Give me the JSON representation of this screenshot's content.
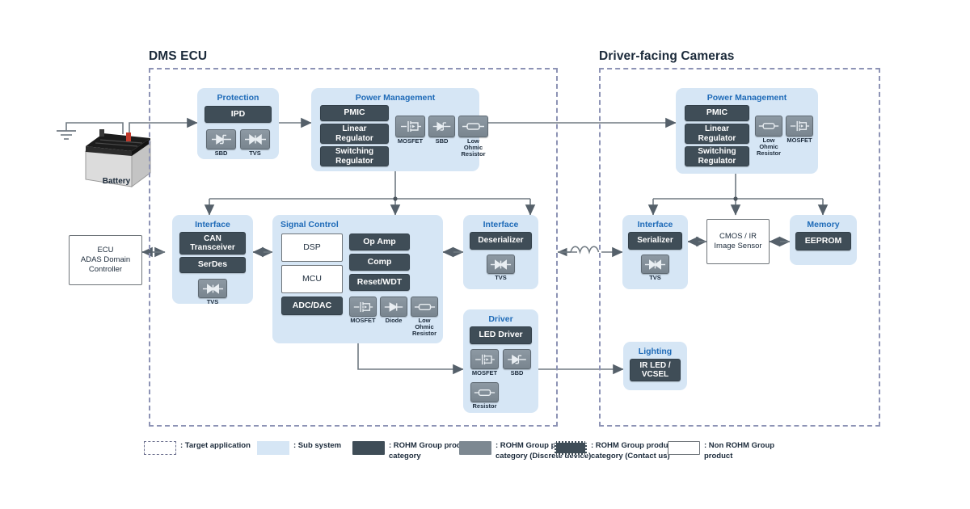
{
  "diagram": {
    "regions": [
      {
        "id": "dms-ecu",
        "title": "DMS ECU"
      },
      {
        "id": "driver-facing-cameras",
        "title": "Driver-facing Cameras"
      }
    ],
    "battery": {
      "label": "Battery"
    },
    "external": {
      "ecu_controller": "ECU\nADAS Domain\nController"
    },
    "sensor": {
      "label": "CMOS / IR\nImage Sensor"
    },
    "subsystems": {
      "protection": {
        "title": "Protection",
        "products": [
          "IPD"
        ],
        "discretes": [
          {
            "label": "SBD",
            "symbol": "sbd-icon"
          },
          {
            "label": "TVS",
            "symbol": "tvs-icon"
          }
        ]
      },
      "power_management_ecu": {
        "title": "Power Management",
        "products": [
          "PMIC",
          "Linear\nRegulator",
          "Switching\nRegulator"
        ],
        "discretes": [
          {
            "label": "MOSFET",
            "symbol": "mosfet-icon"
          },
          {
            "label": "SBD",
            "symbol": "sbd-icon"
          },
          {
            "label": "Low\nOhmic\nResistor",
            "symbol": "resistor-icon"
          }
        ]
      },
      "interface_ecu_left": {
        "title": "Interface",
        "products": [
          "CAN\nTransceiver",
          "SerDes"
        ],
        "discretes": [
          {
            "label": "TVS",
            "symbol": "tvs-icon"
          }
        ]
      },
      "signal_control": {
        "title": "Signal Control",
        "nonrohm": [
          "DSP",
          "MCU"
        ],
        "products_left": [
          "ADC/DAC"
        ],
        "products_right": [
          "Op Amp",
          "Comp",
          "Reset/WDT"
        ],
        "discretes": [
          {
            "label": "MOSFET",
            "symbol": "mosfet-icon"
          },
          {
            "label": "Diode",
            "symbol": "diode-icon"
          },
          {
            "label": "Low\nOhmic\nResistor",
            "symbol": "resistor-icon"
          }
        ]
      },
      "interface_ecu_right": {
        "title": "Interface",
        "products": [
          "Deserializer"
        ],
        "discretes": [
          {
            "label": "TVS",
            "symbol": "tvs-icon"
          }
        ]
      },
      "driver": {
        "title": "Driver",
        "products": [
          "LED Driver"
        ],
        "discretes": [
          {
            "label": "MOSFET",
            "symbol": "mosfet-icon"
          },
          {
            "label": "SBD",
            "symbol": "sbd-icon"
          },
          {
            "label": "Resistor",
            "symbol": "resistor-icon"
          }
        ]
      },
      "power_management_cam": {
        "title": "Power Management",
        "products": [
          "PMIC",
          "Linear\nRegulator",
          "Switching\nRegulator"
        ],
        "discretes": [
          {
            "label": "Low\nOhmic\nResistor",
            "symbol": "resistor-icon"
          },
          {
            "label": "MOSFET",
            "symbol": "mosfet-icon"
          }
        ]
      },
      "interface_cam": {
        "title": "Interface",
        "products": [
          "Serializer"
        ],
        "discretes": [
          {
            "label": "TVS",
            "symbol": "tvs-icon"
          }
        ]
      },
      "memory": {
        "title": "Memory",
        "products": [
          "EEPROM"
        ]
      },
      "lighting": {
        "title": "Lighting",
        "products": [
          "IR LED /\nVCSEL"
        ]
      }
    },
    "legend": [
      {
        "swatch": "target",
        "text": ": Target application"
      },
      {
        "swatch": "sub",
        "text": ": Sub system"
      },
      {
        "swatch": "prodc",
        "text": ": ROHM Group product\n  category"
      },
      {
        "swatch": "discc",
        "text": ": ROHM Group product\n  category (Discrete device)"
      },
      {
        "swatch": "contact",
        "text": ": ROHM Group product\n  category (Contact us)"
      },
      {
        "swatch": "nonr",
        "text": ": Non ROHM Group\n  product"
      }
    ],
    "colors": {
      "subsystem_bg": "#d6e6f5",
      "product_bg": "#3f4d57",
      "discrete_bg": "#7d8891",
      "title_blue": "#1f6bb8",
      "region_dash": "#8d93b5",
      "line": "#707a82"
    }
  }
}
